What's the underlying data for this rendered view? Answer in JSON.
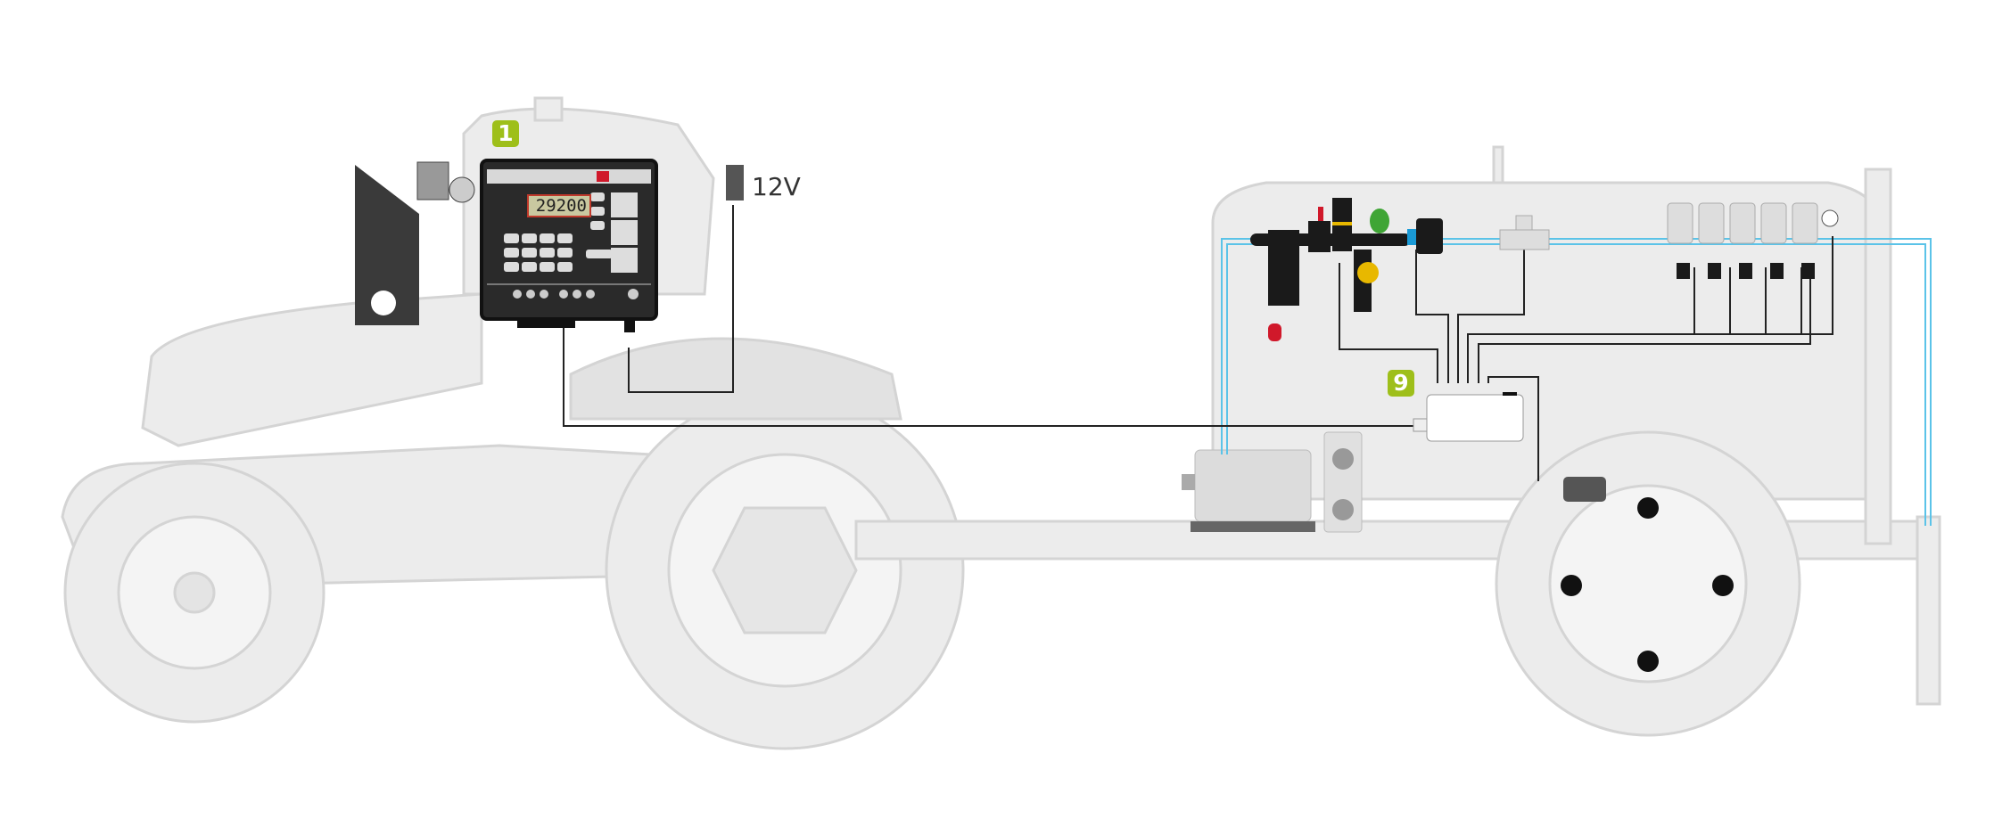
{
  "diagram": {
    "labels": {
      "controller_badge": "1",
      "junction_badge": "9",
      "power_label": "12V"
    },
    "controller": {
      "display_value": "29200"
    },
    "colors": {
      "badge": "#9ebf1a",
      "pipe": "#5bc3e8",
      "machine": "#e9e9e9",
      "machine_outline": "#d2d2d2",
      "cable": "#222222",
      "valve_red": "#d0182a",
      "valve_green": "#3fa535",
      "valve_yellow": "#e8b800"
    }
  }
}
